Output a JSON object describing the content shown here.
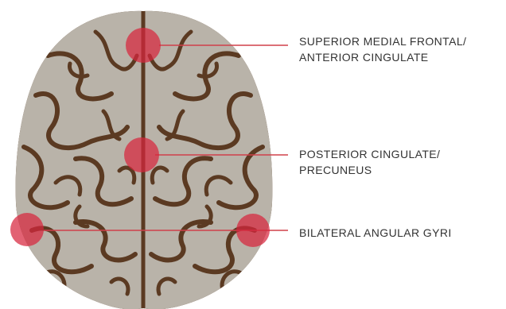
{
  "diagram": {
    "regions": [
      {
        "lines": [
          "SUPERIOR MEDIAL FRONTAL/",
          "ANTERIOR CINGULATE"
        ]
      },
      {
        "lines": [
          "POSTERIOR CINGULATE/",
          "PRECUNEUS"
        ]
      },
      {
        "lines": [
          "BILATERAL ANGULAR GYRI"
        ]
      }
    ],
    "colors": {
      "brain_fill": "#b9b3a9",
      "sulcus": "#5b3a22",
      "highlight": "#d7263d",
      "leader_line": "#d0404a",
      "label_text": "#333333"
    }
  }
}
